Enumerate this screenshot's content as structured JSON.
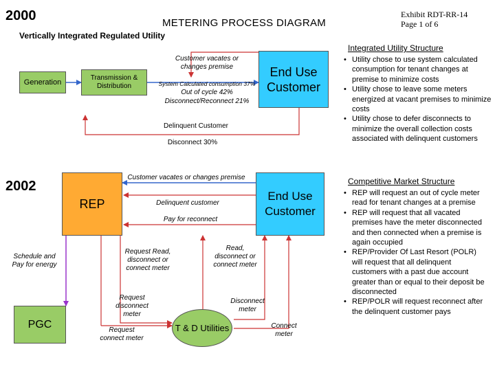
{
  "header": {
    "year_top": "2000",
    "title": "METERING PROCESS DIAGRAM",
    "exhibit_line1": "Exhibit RDT-RR-14",
    "exhibit_line2": "Page 1 of 6",
    "subtitle": "Vertically Integrated Regulated Utility"
  },
  "top_diagram": {
    "generation": "Generation",
    "transmission": "Transmission & Distribution",
    "end_use": "End Use Customer",
    "label_vacates": "Customer vacates or changes premise",
    "label_system_calc": "System Calculated consumption 37%",
    "label_out_of_cycle": "Out of cycle 42%",
    "label_disconnect_reconnect": "Disconnect/Reconnect 21%",
    "label_delinquent": "Delinquent Customer",
    "label_disconnect_30": "Disconnect 30%"
  },
  "bottom_diagram": {
    "year": "2002",
    "rep": "REP",
    "end_use": "End Use Customer",
    "pgc": "PGC",
    "tnd": "T & D Utilities",
    "label_vacates": "Customer vacates or changes premise",
    "label_delinquent": "Delinquent customer",
    "label_pay_reconnect": "Pay for reconnect",
    "label_schedule": "Schedule and Pay for energy",
    "label_request_read": "Request Read, disconnect or connect meter",
    "label_read_disconnect": "Read, disconnect or connect meter",
    "label_request_disconnect": "Request disconnect meter",
    "label_disconnect_meter": "Disconnect meter",
    "label_request_connect": "Request connect meter",
    "label_connect_meter": "Connect meter"
  },
  "integrated_section": {
    "title": "Integrated Utility Structure",
    "bullets": [
      "Utility chose to use system calculated consumption for tenant changes at premise to minimize costs",
      "Utility chose to leave some meters energized at vacant premises to minimize costs",
      "Utility chose to defer disconnects to minimize the overall collection costs associated with delinquent customers"
    ]
  },
  "competitive_section": {
    "title": "Competitive Market Structure",
    "bullets": [
      "REP will request an out of cycle meter read for tenant changes at a premise",
      "REP will request that all vacated premises have the meter disconnected and then connected when a premise is again occupied",
      "REP/Provider Of Last Resort (POLR) will request that all delinquent customers with a past due account greater than or equal to their deposit be disconnected",
      "REP/POLR will request reconnect after the delinquent customer pays"
    ]
  },
  "colors": {
    "green_box": "#99cc66",
    "blue_box": "#33ccff",
    "orange_box": "#ffaa33",
    "arrow_blue": "#3366cc",
    "arrow_red": "#cc3333",
    "arrow_purple": "#9933cc"
  }
}
